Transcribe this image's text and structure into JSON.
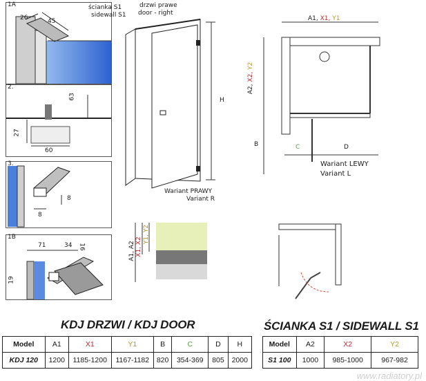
{
  "panels": {
    "p1a": {
      "label": "1A",
      "dims": [
        "26",
        "45"
      ]
    },
    "p2": {
      "label": "2.",
      "dims": [
        "63",
        "27",
        "60"
      ]
    },
    "p3": {
      "label": "3.",
      "dims": [
        "8",
        "8"
      ]
    },
    "p1b": {
      "label": "1B",
      "dims": [
        "71",
        "34",
        "16",
        "19"
      ]
    }
  },
  "front_view": {
    "sidewall_label": [
      "ścianka S1",
      "sidewall S1"
    ],
    "door_label": [
      "drzwi prawe",
      "door - right"
    ],
    "height_label": "H",
    "variant_label": [
      "Wariant PRAWY",
      "Variant R"
    ]
  },
  "plan_view": {
    "top_dim": {
      "a": "A1, ",
      "x": "X1, ",
      "y": "Y1"
    },
    "side_dim": {
      "a": "A2, ",
      "x": "X2, ",
      "y": "Y2"
    },
    "b_label": "B",
    "c_label": "C",
    "d_label": "D",
    "variant_label": [
      "Wariant LEWY",
      "Variant L"
    ]
  },
  "detail_view": {
    "labels": {
      "a": "A1, A2",
      "x": "X1, X2",
      "y": "Y1, Y2"
    }
  },
  "door_table": {
    "title": "KDJ DRZWI / KDJ DOOR",
    "headers": [
      "Model",
      "A1",
      "X1",
      "Y1",
      "B",
      "C",
      "D",
      "H"
    ],
    "rows": [
      [
        "KDJ 120",
        "1200",
        "1185-1200",
        "1167-1182",
        "820",
        "354-369",
        "805",
        "2000"
      ]
    ]
  },
  "sidewall_table": {
    "title": "ŚCIANKA S1 / SIDEWALL S1",
    "headers": [
      "Model",
      "A2",
      "X2",
      "Y2"
    ],
    "rows": [
      [
        "S1 100",
        "1000",
        "985-1000",
        "967-982"
      ]
    ]
  },
  "watermark": "www.radiatory.pl",
  "colors": {
    "red": "#c0272d",
    "yellow": "#b59a2a",
    "green": "#58a03f",
    "glass": "#3a6fd8",
    "grey": "#9a9a9a"
  }
}
